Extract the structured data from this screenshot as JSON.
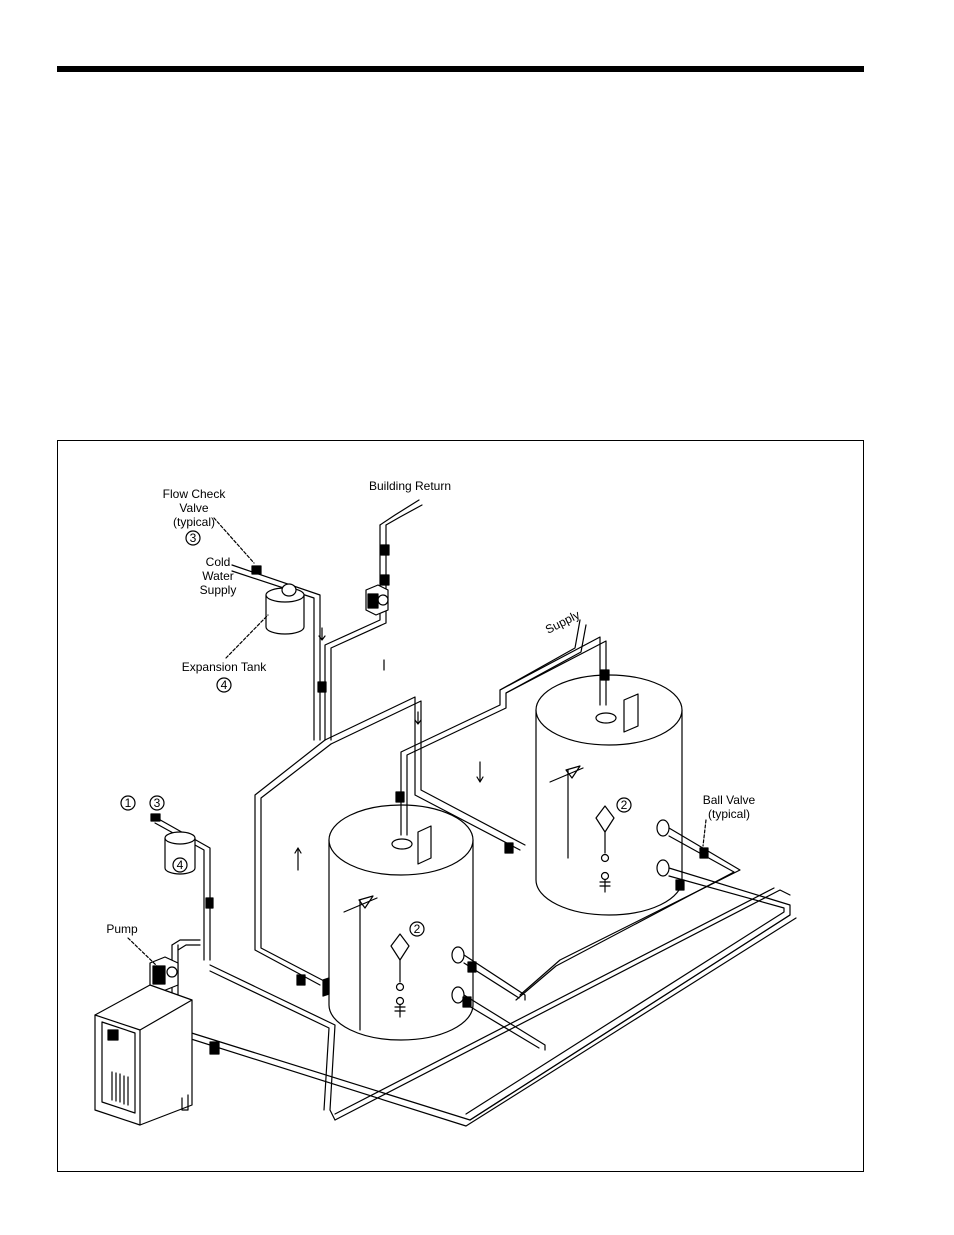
{
  "labels": {
    "flow_check_line1": "Flow Check",
    "flow_check_line2": "Valve",
    "flow_check_line3": "(typical)",
    "cold_line1": "Cold",
    "cold_line2": "Water",
    "cold_line3": "Supply",
    "expansion_tank": "Expansion Tank",
    "building_return": "Building Return",
    "supply": "Supply",
    "ball_valve_line1": "Ball Valve",
    "ball_valve_line2": "(typical)",
    "pump": "Pump"
  },
  "callouts": {
    "flow_check": "3",
    "expansion_tank": "4",
    "left_1": "1",
    "left_3": "3",
    "left_4": "4",
    "heater_front": "2",
    "heater_back": "2"
  }
}
